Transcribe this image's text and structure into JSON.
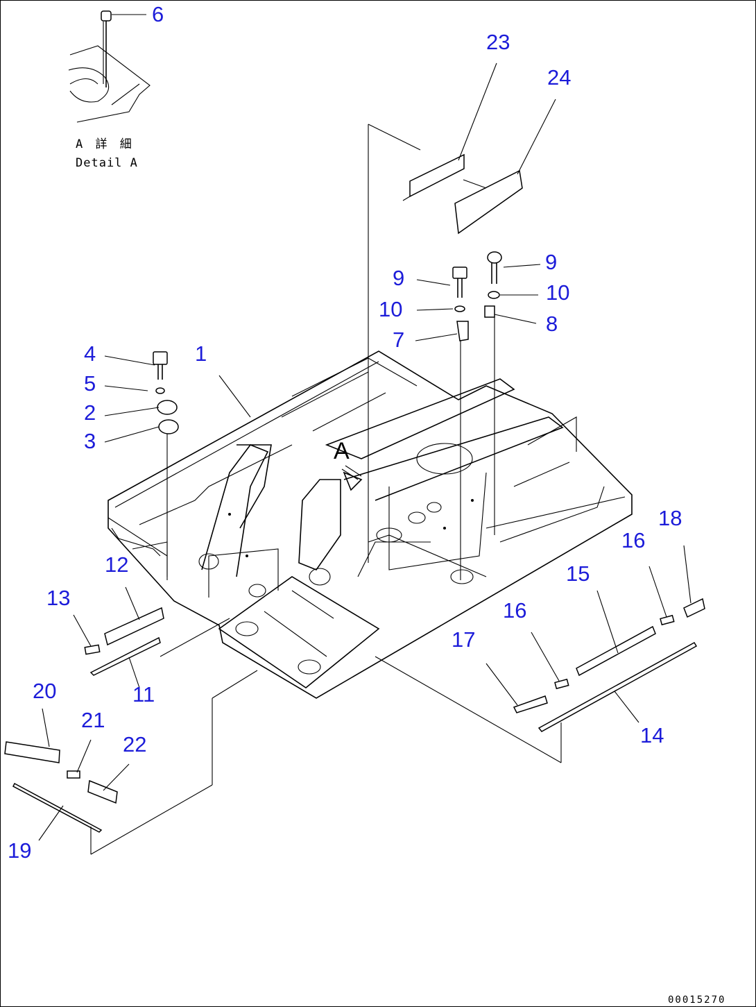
{
  "callouts": {
    "c1": "1",
    "c2": "2",
    "c3": "3",
    "c4": "4",
    "c5": "5",
    "c6": "6",
    "c7": "7",
    "c8": "8",
    "c9a": "9",
    "c9b": "9",
    "c10a": "10",
    "c10b": "10",
    "c11": "11",
    "c12": "12",
    "c13": "13",
    "c14": "14",
    "c15": "15",
    "c16a": "16",
    "c16b": "16",
    "c17": "17",
    "c18": "18",
    "c19": "19",
    "c20": "20",
    "c21": "21",
    "c22": "22",
    "c23": "23",
    "c24": "24"
  },
  "detail": {
    "jp": "A 詳 細",
    "en": "Detail A",
    "marker": "A"
  },
  "drawing_code": "00015270"
}
